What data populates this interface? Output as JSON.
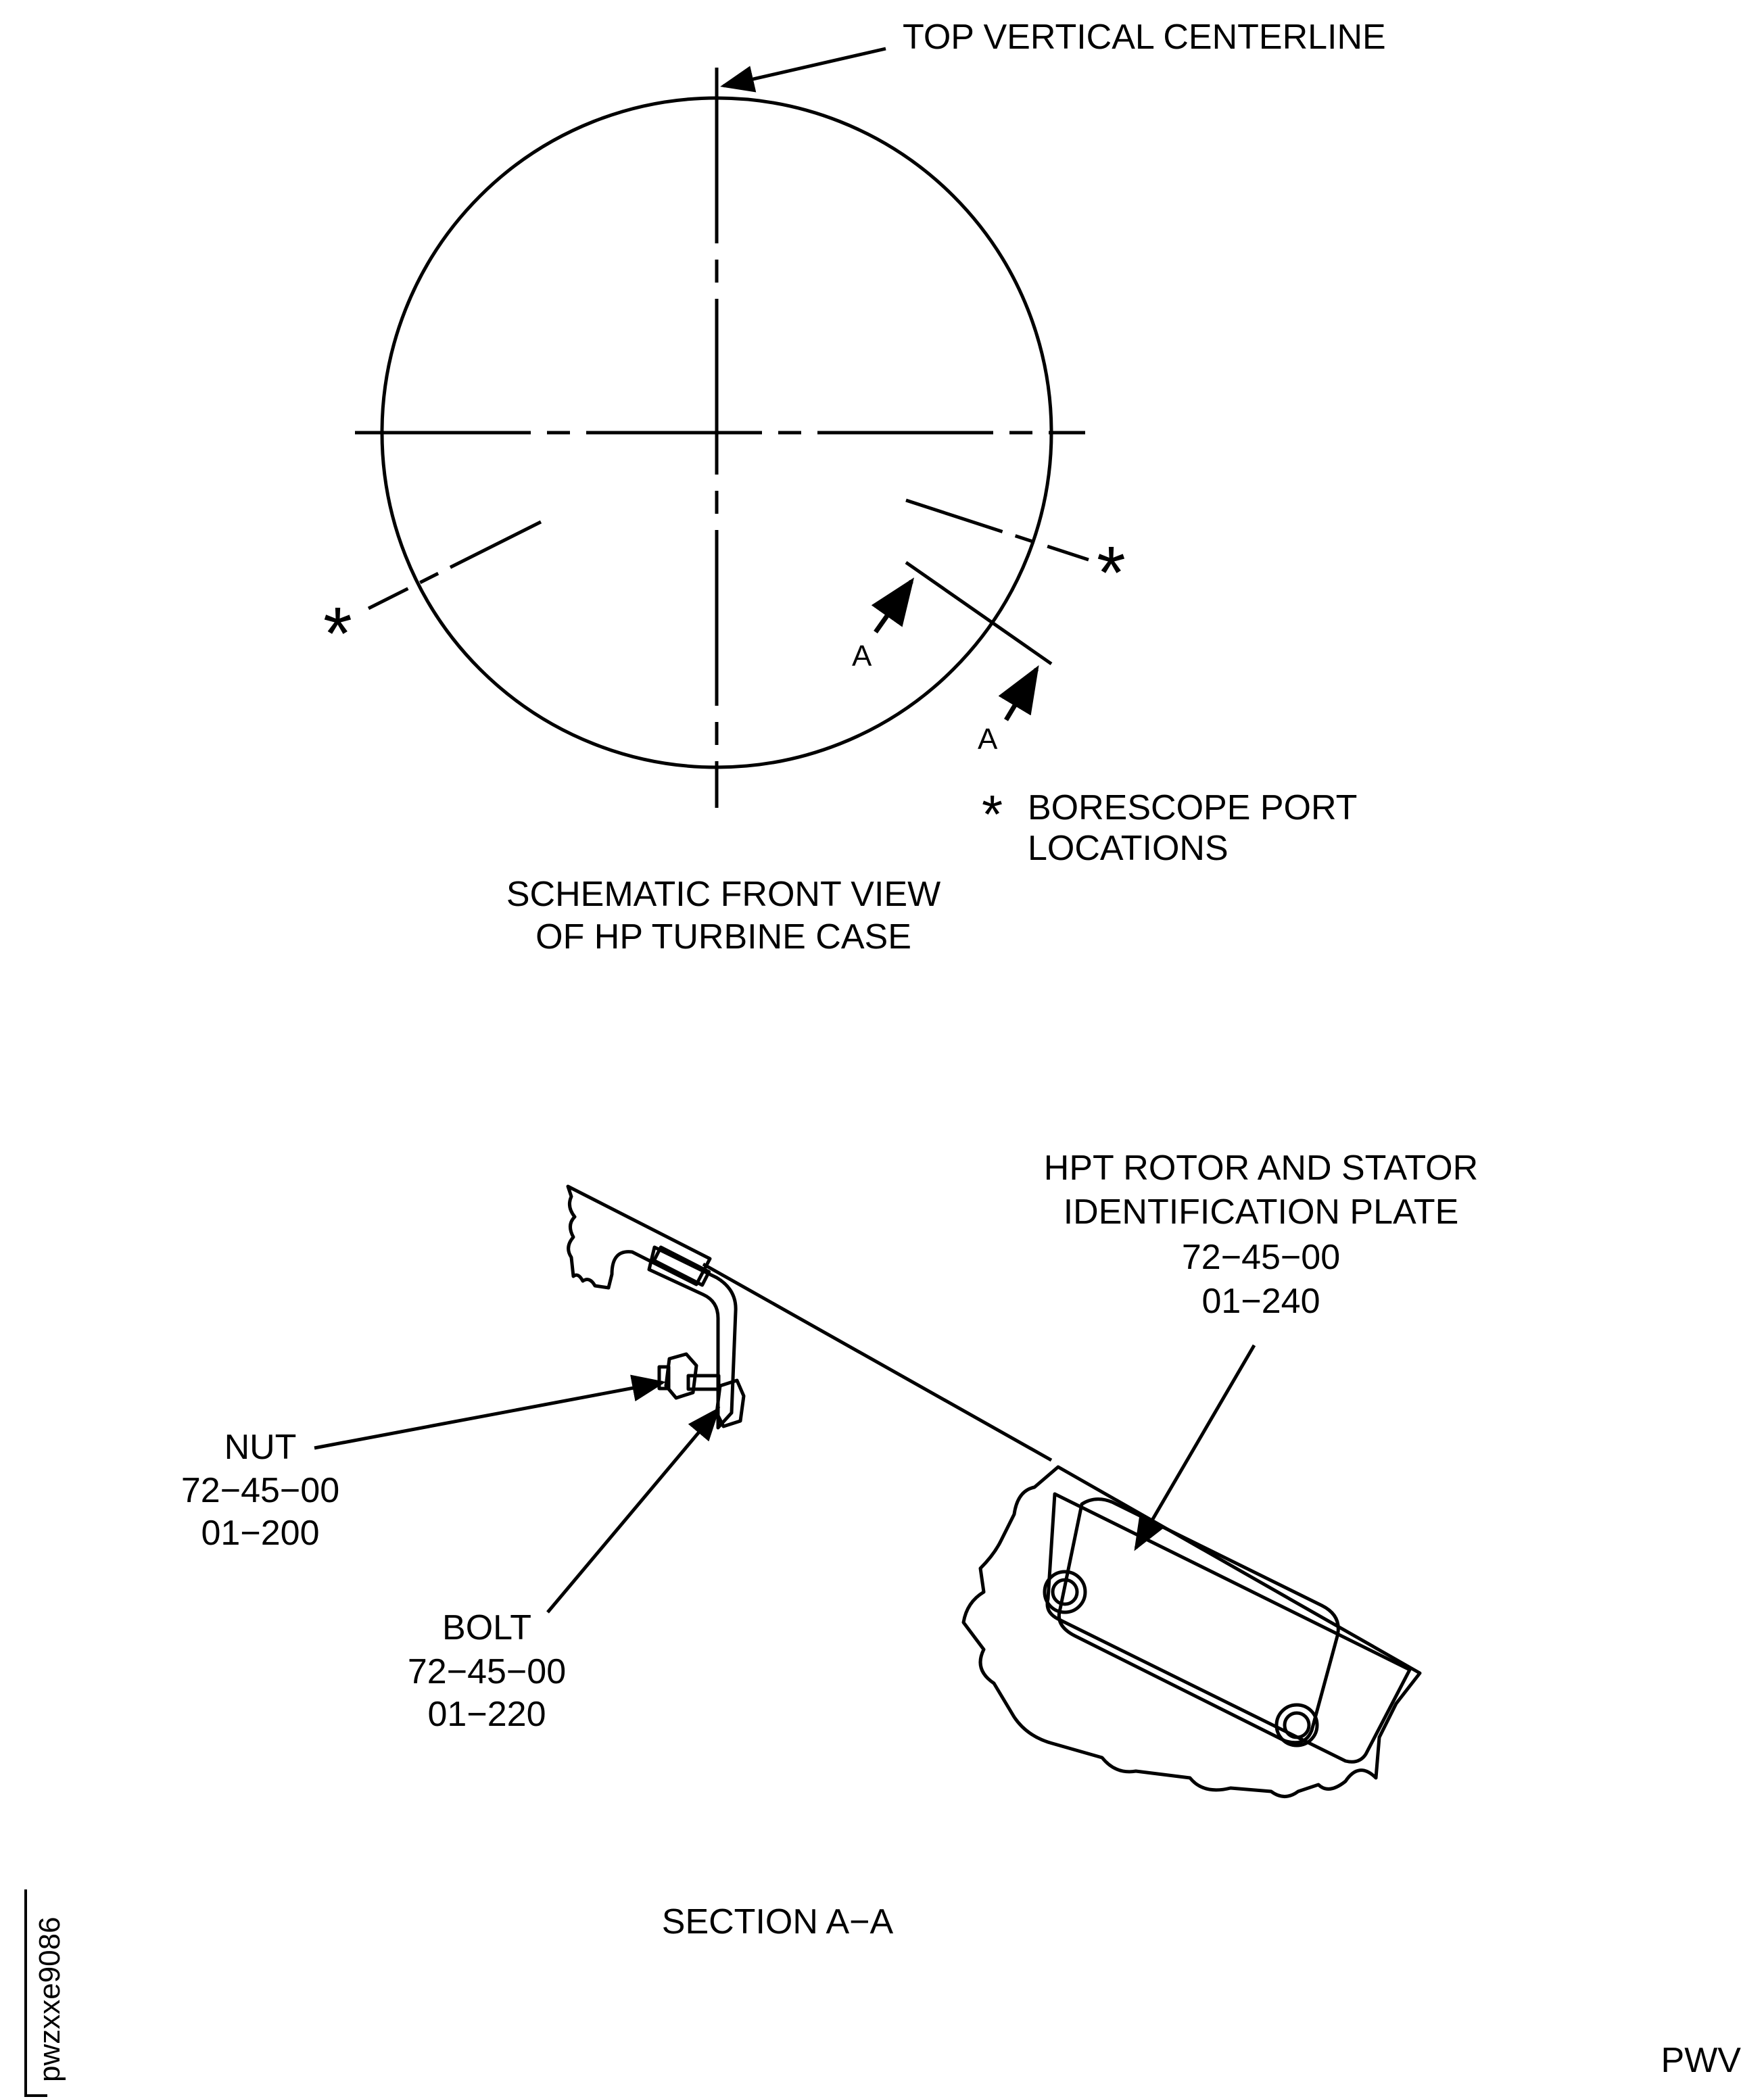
{
  "front_view": {
    "top_centerline_label": "TOP VERTICAL CENTERLINE",
    "borescope_marker": "*",
    "section_marker_left": "A",
    "section_marker_right": "A",
    "legend_marker": "*",
    "legend_line1": "BORESCOPE PORT",
    "legend_line2": "LOCATIONS",
    "caption_line1": "SCHEMATIC FRONT VIEW",
    "caption_line2": "OF HP TURBINE CASE"
  },
  "section_view": {
    "plate_label": {
      "line1": "HPT ROTOR AND STATOR",
      "line2": "IDENTIFICATION PLATE",
      "line3": "72−45−00",
      "line4": "01−240"
    },
    "nut_label": {
      "line1": "NUT",
      "line2": "72−45−00",
      "line3": "01−200"
    },
    "bolt_label": {
      "line1": "BOLT",
      "line2": "72−45−00",
      "line3": "01−220"
    },
    "caption": "SECTION A−A"
  },
  "figure_id": "pwzxxe9086",
  "footer_code": "PWV"
}
